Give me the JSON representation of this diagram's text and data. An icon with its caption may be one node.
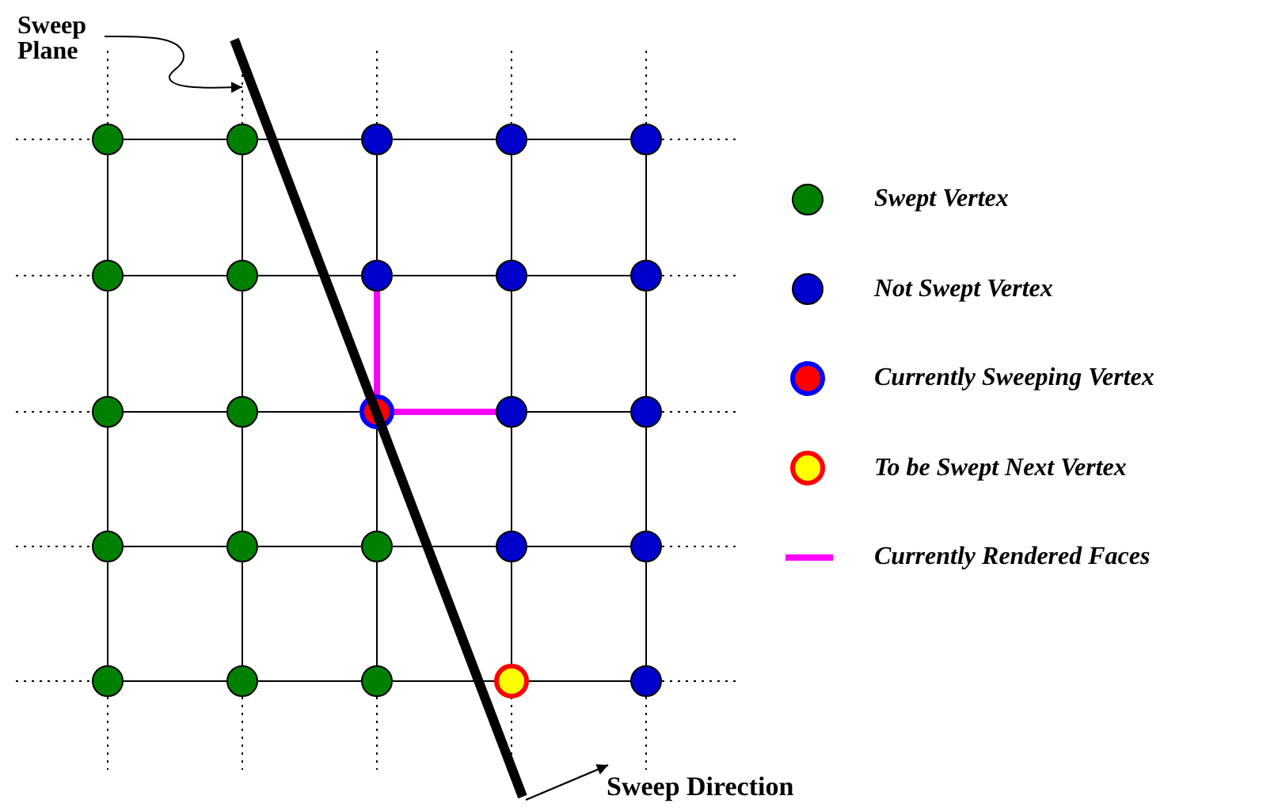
{
  "diagram": {
    "nodes": [
      {
        "text": [
          "Sweep Plane"
        ]
      },
      {
        "text": [],
        "shape": "bar"
      }
    ],
    "edges": [
      {
        "from": 0,
        "to": 1,
        "arrow": "to"
      }
    ],
    "labels": [
      "Sweep Direction"
    ],
    "legend": [
      {
        "text": "Swept Vertex",
        "color": "#008000"
      },
      {
        "text": "Not Swept Vertex",
        "color": "#0000cc"
      },
      {
        "text": "Currently Sweeping Vertex"
      },
      {
        "text": "To be Swept Next Vertex"
      },
      {
        "text": "Currently Rendered Faces"
      }
    ]
  }
}
